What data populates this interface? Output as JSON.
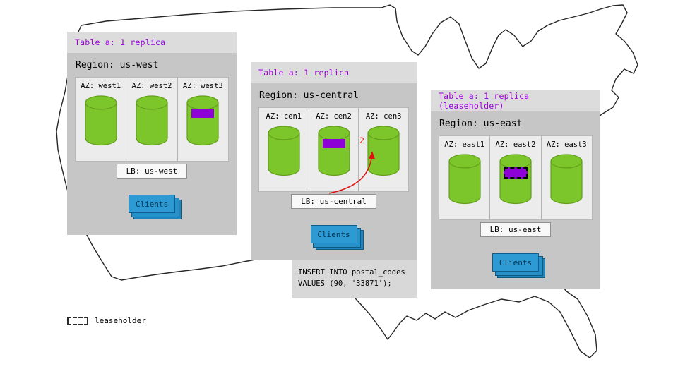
{
  "colors": {
    "accent_purple": "#9d00de",
    "replica_marker_purple": "#8d00d6",
    "cylinder_green": "#7cc62c",
    "cylinder_stroke_green": "#639f1d",
    "clients_blue": "#2d9ad3",
    "clients_blue_dark": "#1f85c0",
    "arrow_red": "#e01010",
    "panel_header_gray": "#dcdcdc",
    "panel_body_gray": "#c6c6c6",
    "az_box_gray": "#ececec"
  },
  "panels": [
    {
      "id": "us-west",
      "header": "Table a: 1 replica",
      "region_label": "Region: us-west",
      "azs": [
        {
          "label": "AZ: west1",
          "marker": null
        },
        {
          "label": "AZ: west2",
          "marker": null
        },
        {
          "label": "AZ: west3",
          "marker": "replica"
        }
      ],
      "lb_label": "LB: us-west",
      "clients_label": "Clients"
    },
    {
      "id": "us-central",
      "header": "Table a: 1 replica",
      "region_label": "Region: us-central",
      "azs": [
        {
          "label": "AZ: cen1",
          "marker": null
        },
        {
          "label": "AZ: cen2",
          "marker": "replica"
        },
        {
          "label": "AZ: cen3",
          "marker": null
        }
      ],
      "lb_label": "LB: us-central",
      "clients_label": "Clients"
    },
    {
      "id": "us-east",
      "header": "Table a: 1 replica (leaseholder)",
      "region_label": "Region: us-east",
      "azs": [
        {
          "label": "AZ: east1",
          "marker": null
        },
        {
          "label": "AZ: east2",
          "marker": "leaseholder"
        },
        {
          "label": "AZ: east3",
          "marker": null
        }
      ],
      "lb_label": "LB: us-east",
      "clients_label": "Clients"
    }
  ],
  "annotation": {
    "arrow_label": "2",
    "query_line1": "INSERT INTO postal_codes",
    "query_line2": "VALUES (90, '33871');"
  },
  "legend": {
    "label": "leaseholder"
  }
}
